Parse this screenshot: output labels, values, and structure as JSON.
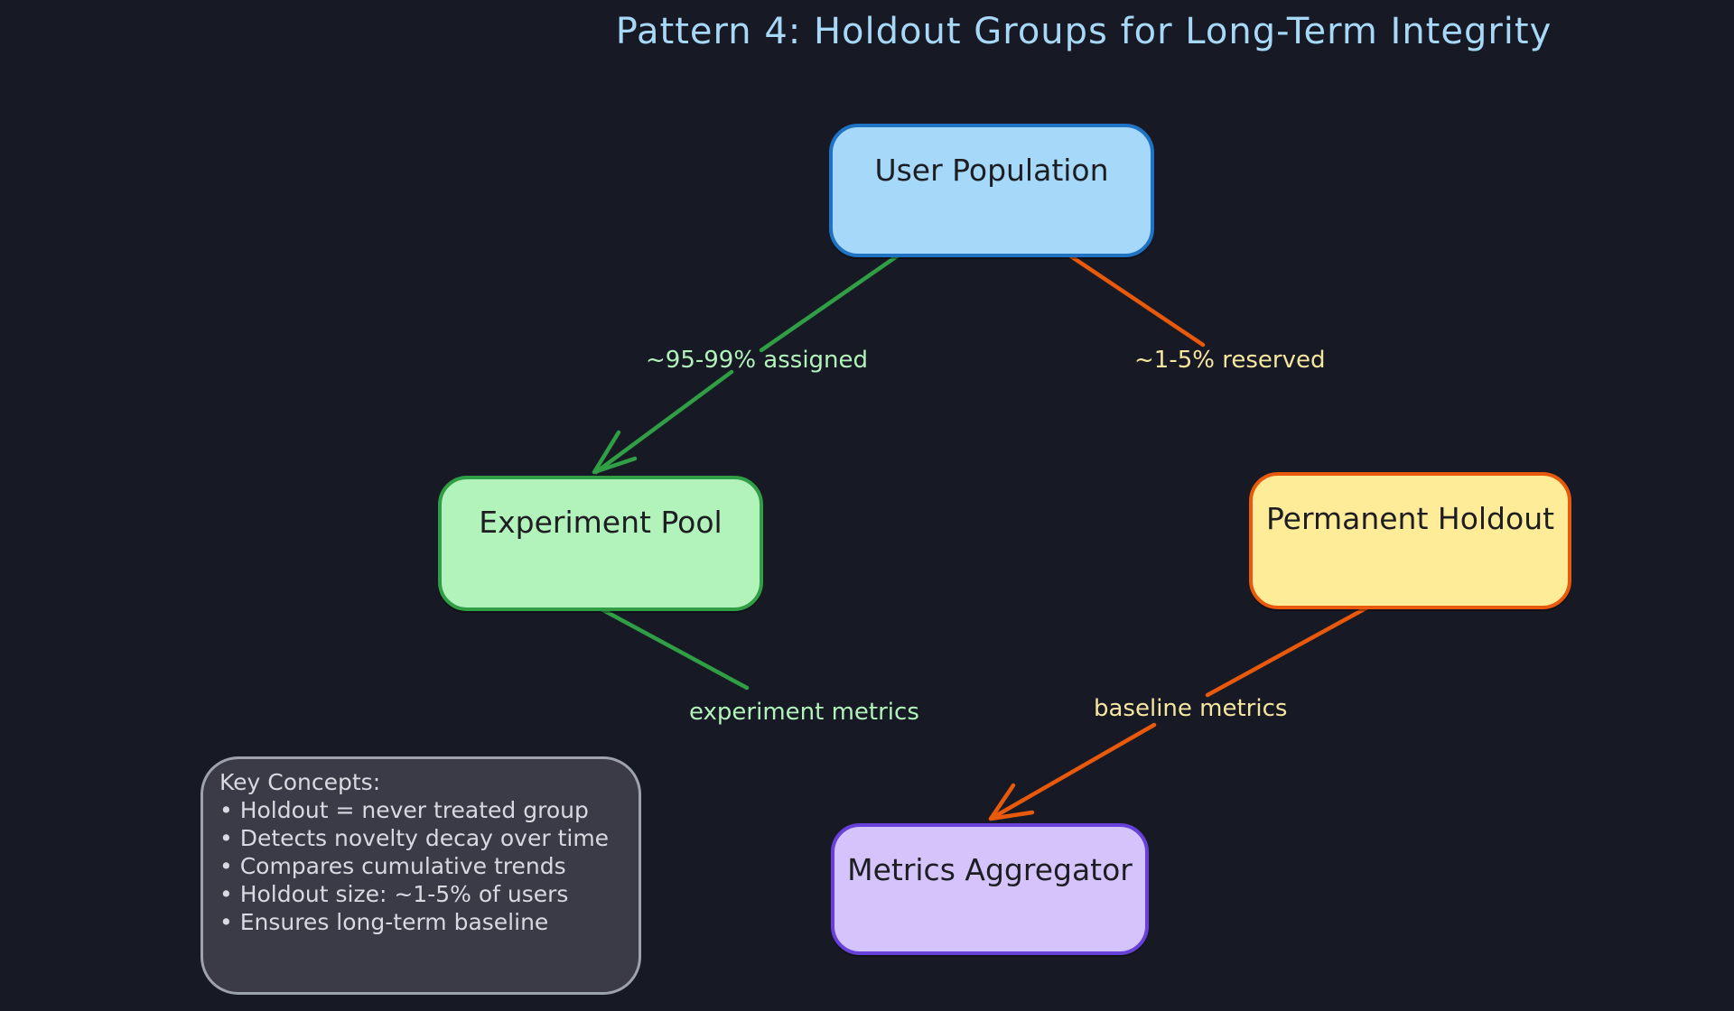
{
  "title": {
    "text": "Pattern 4: Holdout Groups for Long-Term Integrity",
    "color": "#a8d8f8"
  },
  "background_color": "#171a25",
  "nodes": {
    "user_population": {
      "label": "User Population",
      "fill": "#a5d8f9",
      "stroke": "#1f72c4"
    },
    "experiment_pool": {
      "label": "Experiment Pool",
      "fill": "#b2f2bb",
      "stroke": "#2f9e44"
    },
    "permanent_holdout": {
      "label": "Permanent Holdout",
      "fill": "#ffec99",
      "stroke": "#e8590c"
    },
    "metrics_aggregator": {
      "label": "Metrics Aggregator",
      "fill": "#d4c4fb",
      "stroke": "#6741d9"
    }
  },
  "edges": {
    "assigned": {
      "label": "~95-99% assigned",
      "from": "user_population",
      "to": "experiment_pool",
      "color": "#2f9e44",
      "label_color": "#b2f2bb",
      "arrowhead": "yes"
    },
    "reserved": {
      "label": "~1-5% reserved",
      "from": "user_population",
      "to": "permanent_holdout",
      "color": "#e8590c",
      "label_color": "#f5e6a0",
      "arrowhead": "no"
    },
    "experiment_metrics": {
      "label": "experiment metrics",
      "from": "experiment_pool",
      "to": "metrics_aggregator",
      "color": "#2f9e44",
      "label_color": "#b2f2bb",
      "arrowhead": "no"
    },
    "baseline_metrics": {
      "label": "baseline metrics",
      "from": "permanent_holdout",
      "to": "metrics_aggregator",
      "color": "#e8590c",
      "label_color": "#f5e6a0",
      "arrowhead": "yes"
    }
  },
  "key_concepts": {
    "heading": "Key Concepts:",
    "items": [
      "• Holdout = never treated group",
      "• Detects novelty decay over time",
      "• Compares cumulative trends",
      "• Holdout size: ~1-5% of users",
      "• Ensures long-term baseline"
    ]
  }
}
